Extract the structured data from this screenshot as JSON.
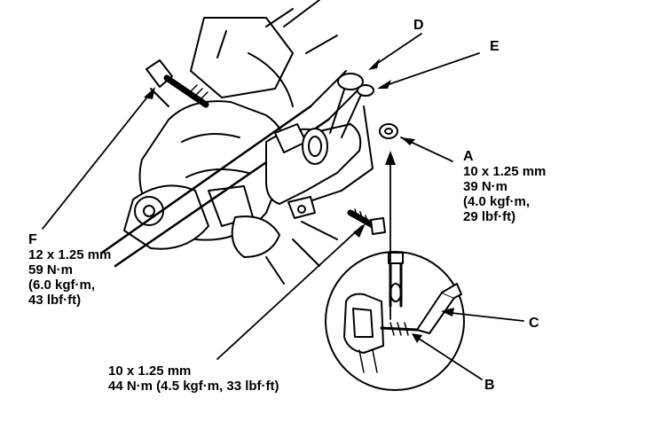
{
  "callouts": {
    "A": {
      "letter": "A",
      "lines": [
        "10 x 1.25 mm",
        "39 N·m",
        "(4.0 kgf·m,",
        "29 lbf·ft)"
      ]
    },
    "B": {
      "letter": "B"
    },
    "C": {
      "letter": "C"
    },
    "D": {
      "letter": "D"
    },
    "E": {
      "letter": "E"
    },
    "F": {
      "letter": "F",
      "lines": [
        "12 x 1.25 mm",
        "59 N·m",
        "(6.0 kgf·m,",
        "43 lbf·ft)"
      ]
    }
  },
  "bottom_spec": {
    "lines": [
      "10 x 1.25 mm",
      "44 N·m (4.5 kgf·m, 33 lbf·ft)"
    ]
  },
  "colors": {
    "ink": "#000000",
    "paper": "#ffffff"
  }
}
